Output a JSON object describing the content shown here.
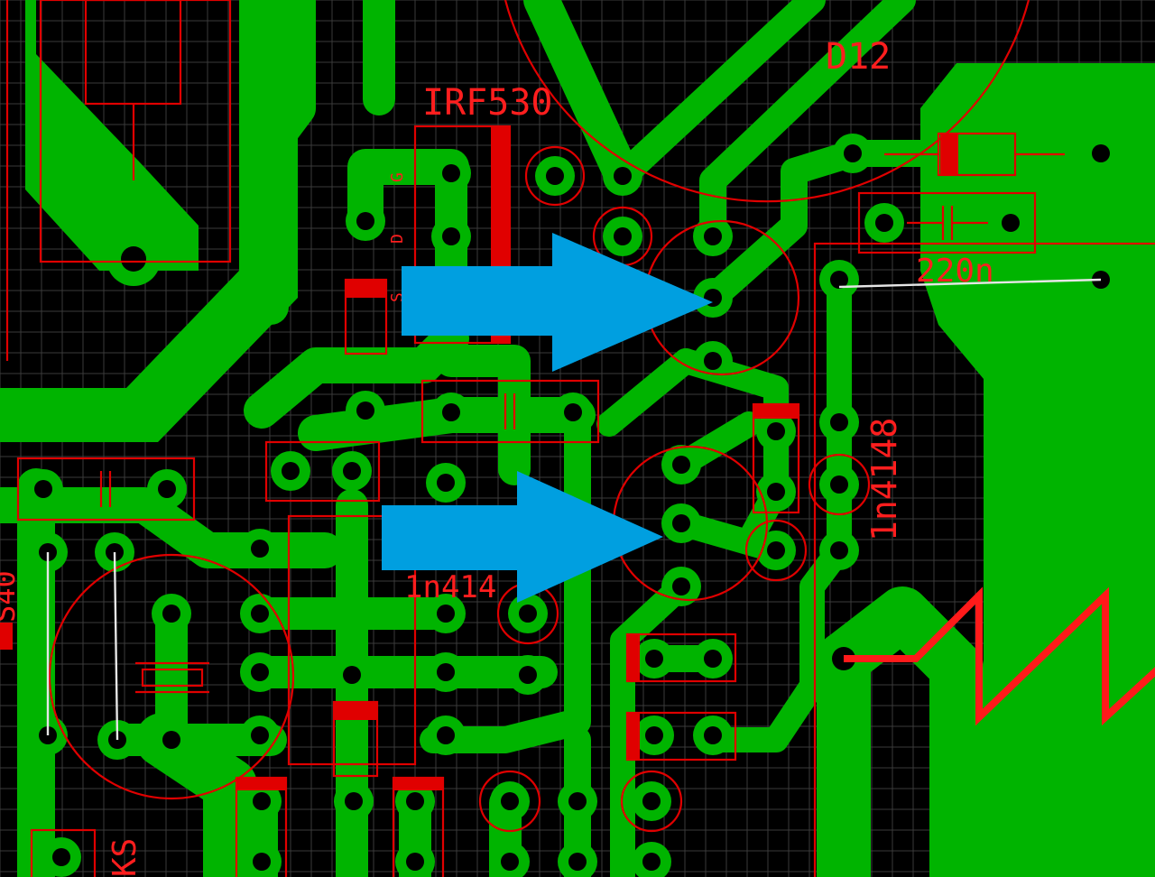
{
  "labels": {
    "d12": "D12",
    "irf530": "IRF530",
    "cap_220n": "220n",
    "diode_1n4148": "1n4148",
    "diode_1n414": "1n414",
    "pin_g": "G",
    "pin_d": "D",
    "pin_s": "S",
    "ks": "KS",
    "edge_partial": "S40"
  },
  "colors": {
    "background": "#000000",
    "grid": "#3a3a3a",
    "copper": "#00b400",
    "silkscreen": "#e00000",
    "arrow": "#009fe0",
    "jumper_wire": "#e6e6e6"
  },
  "annotations": {
    "arrows": [
      {
        "name": "arrow-upper",
        "points_to": "transistor-pin-center-upper"
      },
      {
        "name": "arrow-lower",
        "points_to": "transistor-pin-center-lower"
      }
    ]
  }
}
